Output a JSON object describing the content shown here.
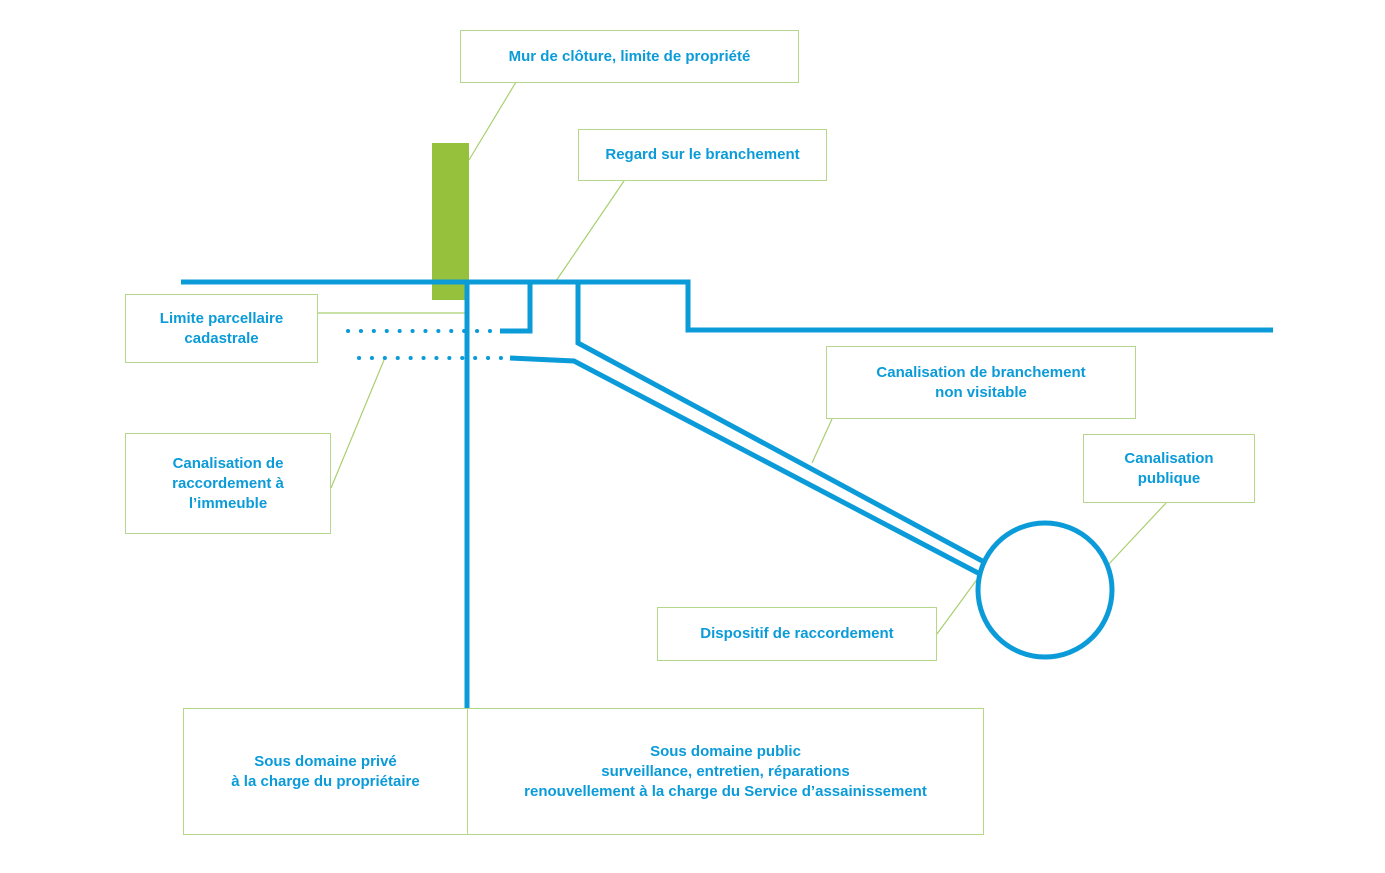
{
  "labels": {
    "mur_cloture": "Mur de clôture, limite de propriété",
    "regard": "Regard sur le branchement",
    "limite_parcellaire": "Limite parcellaire\ncadastrale",
    "canalisation_branchement": "Canalisation de branchement\nnon visitable",
    "canalisation_raccordement": "Canalisation de\nraccordement à\nl’immeuble",
    "canalisation_publique": "Canalisation\npublique",
    "dispositif": "Dispositif de raccordement",
    "sous_domaine_prive": "Sous domaine privé\nà la charge du propriétaire",
    "sous_domaine_public": "Sous domaine public\nsurveillance, entretien, réparations\nrenouvellement à la charge du Service d’assainissement"
  },
  "colors": {
    "pipe": "#0a9bd8",
    "wall": "#95c13d",
    "leader": "#a9cf6f",
    "box_border": "#b5d78c",
    "text": "#0a9bd8"
  }
}
